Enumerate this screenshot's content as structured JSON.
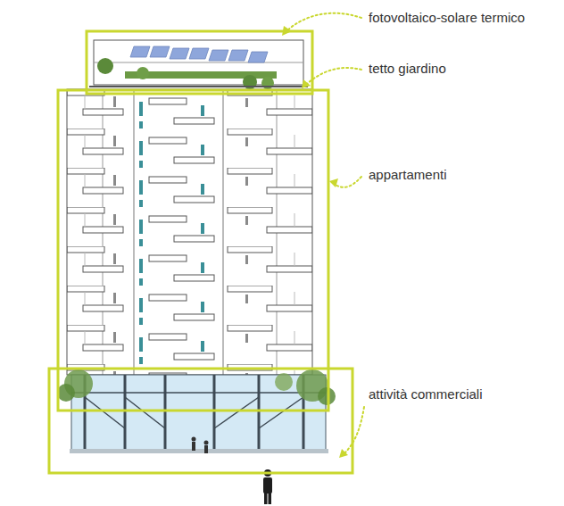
{
  "diagram": {
    "labels": [
      "fotovoltaico-solare termico",
      "tetto giardino",
      "appartamenti",
      "attività commerciali"
    ]
  }
}
